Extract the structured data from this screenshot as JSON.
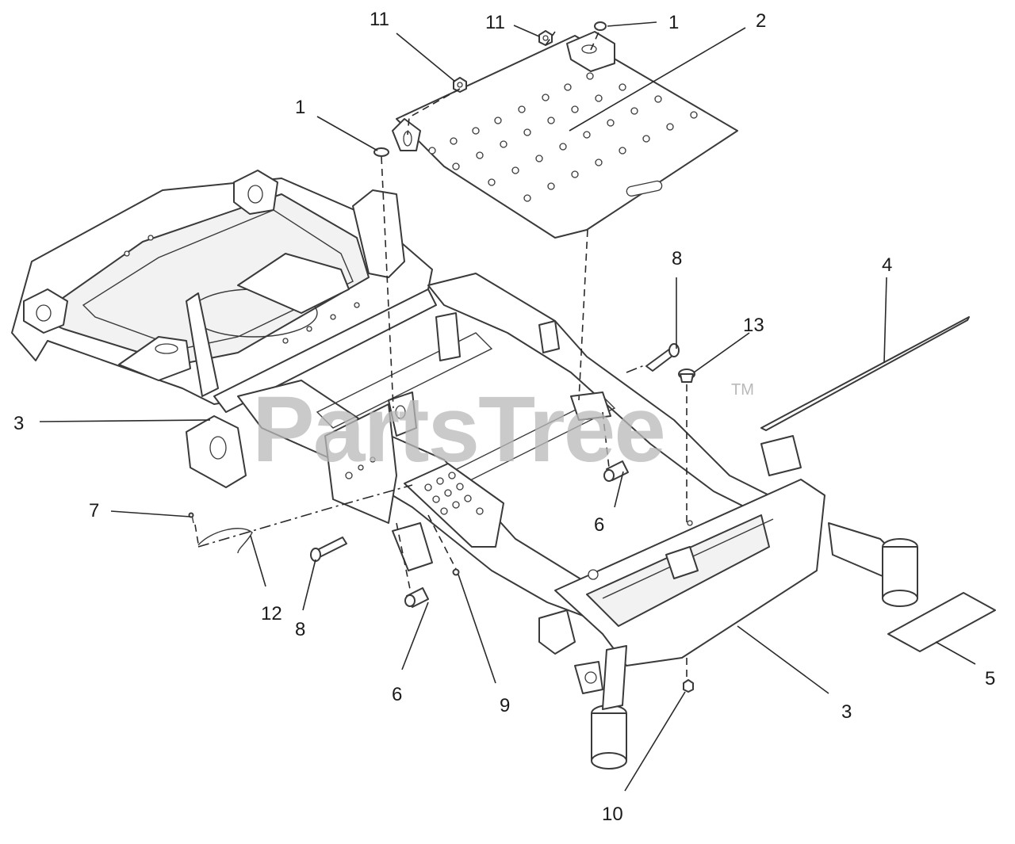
{
  "watermark": {
    "text": "PartsTree",
    "mark": "TM"
  },
  "callouts": [
    {
      "id": "c11a",
      "label": "11"
    },
    {
      "id": "c11b",
      "label": "11"
    },
    {
      "id": "c1a",
      "label": "1"
    },
    {
      "id": "c2",
      "label": "2"
    },
    {
      "id": "c1b",
      "label": "1"
    },
    {
      "id": "c8a",
      "label": "8"
    },
    {
      "id": "c4",
      "label": "4"
    },
    {
      "id": "c13",
      "label": "13"
    },
    {
      "id": "c3a",
      "label": "3"
    },
    {
      "id": "c6a",
      "label": "6"
    },
    {
      "id": "c7",
      "label": "7"
    },
    {
      "id": "c12",
      "label": "12"
    },
    {
      "id": "c8b",
      "label": "8"
    },
    {
      "id": "c6b",
      "label": "6"
    },
    {
      "id": "c9",
      "label": "9"
    },
    {
      "id": "c3b",
      "label": "3"
    },
    {
      "id": "c5",
      "label": "5"
    },
    {
      "id": "c10",
      "label": "10"
    }
  ]
}
